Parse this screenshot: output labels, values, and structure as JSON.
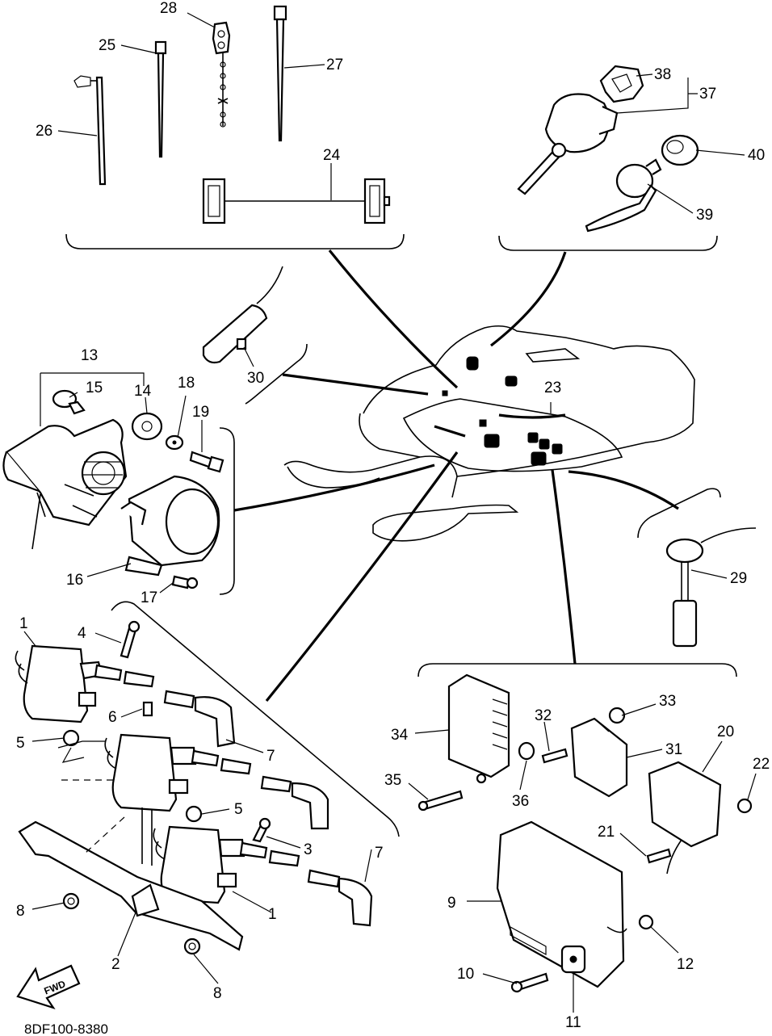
{
  "diagram": {
    "code": "8DF100-8380",
    "fwd_label": "FWD",
    "part_labels": {
      "p1a": "1",
      "p1b": "1",
      "p2": "2",
      "p3": "3",
      "p4": "4",
      "p5a": "5",
      "p5b": "5",
      "p6": "6",
      "p7a": "7",
      "p7b": "7",
      "p8a": "8",
      "p8b": "8",
      "p9": "9",
      "p10": "10",
      "p11": "11",
      "p12": "12",
      "p13": "13",
      "p14": "14",
      "p15": "15",
      "p16": "16",
      "p17": "17",
      "p18": "18",
      "p19": "19",
      "p20": "20",
      "p21": "21",
      "p22": "22",
      "p23": "23",
      "p24": "24",
      "p25": "25",
      "p26": "26",
      "p27": "27",
      "p28": "28",
      "p29": "29",
      "p30": "30",
      "p31": "31",
      "p32": "32",
      "p33": "33",
      "p34": "34",
      "p35": "35",
      "p36": "36",
      "p37": "37",
      "p38": "38",
      "p39": "39",
      "p40": "40"
    }
  }
}
